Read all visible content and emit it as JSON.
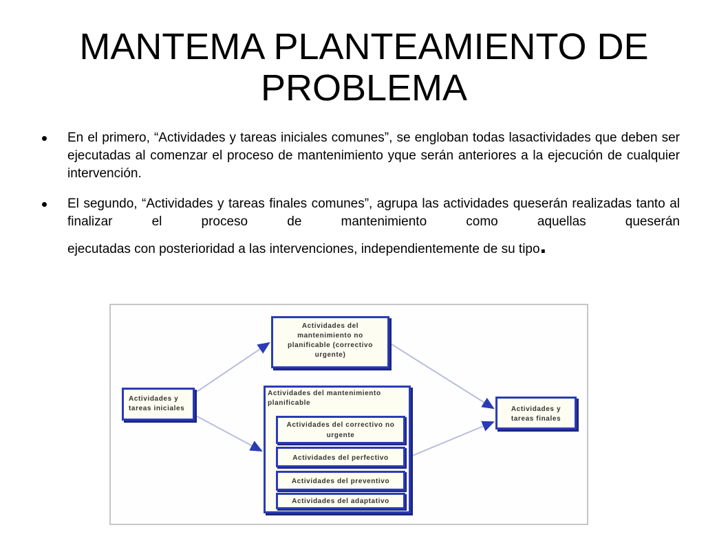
{
  "slide": {
    "title": "MANTEMA PLANTEAMIENTO DE PROBLEMA"
  },
  "bullets": [
    {
      "text": "En el primero, “Actividades y tareas iniciales comunes”, se engloban todas lasactividades que deben ser ejecutadas al comenzar el proceso de mantenimiento yque serán anteriores a la ejecución de cualquier intervención."
    },
    {
      "text_main": "El segundo, “Actividades y tareas finales comunes”, agrupa las actividades queserán realizadas tanto al finalizar el proceso de mantenimiento como aquellas queserán",
      "text_last": "ejecutadas con posterioridad a las intervenciones, independientemente de su tipo",
      "end_mark": "."
    }
  ],
  "diagram": {
    "initial": [
      "Actividades y",
      "tareas iniciales"
    ],
    "unplanned": [
      "Actividades del",
      "mantenimiento no",
      "planificable (correctivo",
      "urgente)"
    ],
    "planned": [
      "Actividades del mantenimiento",
      "planificable"
    ],
    "corrective": [
      "Actividades del correctivo no",
      "urgente"
    ],
    "perfective": "Actividades del perfectivo",
    "preventive": "Actividades del preventivo",
    "adaptive": "Actividades del adaptativo",
    "final": [
      "Actividades y",
      "tareas finales"
    ],
    "colors": {
      "border": "#2a3bb6",
      "fill": "#fdfdf1",
      "arrow": "#b9bddf"
    }
  }
}
